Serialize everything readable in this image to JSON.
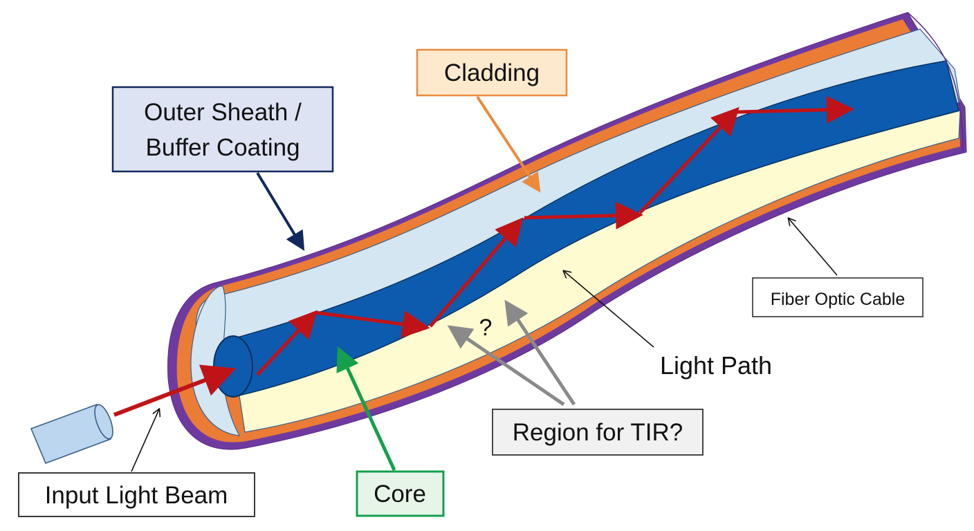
{
  "labels": {
    "outer_sheath": {
      "line1": "Outer Sheath /",
      "line2": "Buffer Coating"
    },
    "cladding": "Cladding",
    "fiber_optic_cable": "Fiber Optic Cable",
    "light_path": "Light Path",
    "region_tir": "Region for TIR?",
    "input_light_beam": "Input Light Beam",
    "core": "Core",
    "question_mark": "?"
  },
  "colors": {
    "outer_sheath_purple": "#6f3aa0",
    "orange_layer": "#eb7c35",
    "cladding_upper": "#d3e6f2",
    "cladding_lower": "#fdfbcf",
    "core_blue": "#0d5bae",
    "light_red": "#c01318",
    "sheath_label_box": "#dde3f3",
    "sheath_label_border": "#12295e",
    "cladding_label_box": "#fde9cc",
    "cladding_label_border": "#ec8a3c",
    "core_label_box": "#e6f5e8",
    "core_label_border": "#14a04c",
    "tir_label_box": "#f1f1f1",
    "pointer_gray": "#8a8a8a",
    "light_source": "#bcd6ef"
  }
}
